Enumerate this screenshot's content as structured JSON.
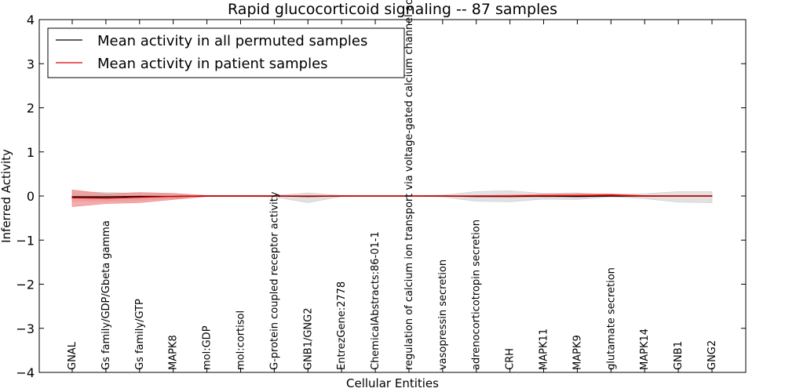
{
  "chart_data": {
    "type": "line",
    "title": "Rapid glucocorticoid signaling -- 87 samples",
    "xlabel": "Cellular Entities",
    "ylabel": "Inferred Activity",
    "ylim": [
      -4,
      4
    ],
    "yticks": [
      -4,
      -3,
      -2,
      -1,
      0,
      1,
      2,
      3,
      4
    ],
    "grid": false,
    "legend_position": "top-left",
    "categories": [
      "GNAL",
      "Gs family/GDP/Gbeta gamma",
      "Gs family/GTP",
      "MAPK8",
      "mol:GDP",
      "mol:cortisol",
      "G-protein coupled receptor activity",
      "GNB1/GNG2",
      "EntrezGene:2778",
      "ChemicalAbstracts:86-01-1",
      "regulation of calcium ion transport via voltage-gated calcium channel activity",
      "vasopressin secretion",
      "adrenocorticotropin secretion",
      "CRH",
      "MAPK11",
      "MAPK9",
      "glutamate secretion",
      "MAPK14",
      "GNB1",
      "GNG2"
    ],
    "series": [
      {
        "name": "Mean activity in all permuted samples",
        "color": "#000000",
        "values": [
          -0.02,
          -0.02,
          -0.01,
          -0.01,
          0.0,
          0.0,
          0.0,
          -0.01,
          0.0,
          0.0,
          0.0,
          0.0,
          -0.01,
          -0.01,
          0.0,
          -0.01,
          0.0,
          0.0,
          0.0,
          0.0
        ],
        "band_upper": [
          0.1,
          0.08,
          0.06,
          0.04,
          0.01,
          0.01,
          0.01,
          0.07,
          0.01,
          0.0,
          0.0,
          0.02,
          0.1,
          0.12,
          0.06,
          0.07,
          0.03,
          0.05,
          0.1,
          0.1
        ],
        "band_lower": [
          -0.12,
          -0.12,
          -0.1,
          -0.06,
          -0.01,
          -0.01,
          -0.02,
          -0.15,
          -0.01,
          0.0,
          0.0,
          -0.02,
          -0.12,
          -0.13,
          -0.07,
          -0.08,
          -0.02,
          -0.06,
          -0.14,
          -0.15
        ],
        "band_color": "#c8c8c8"
      },
      {
        "name": "Mean activity in patient samples",
        "color": "#e00000",
        "values": [
          -0.04,
          -0.05,
          -0.03,
          -0.01,
          0.0,
          0.0,
          0.0,
          0.0,
          0.0,
          0.0,
          0.0,
          0.0,
          0.0,
          0.0,
          0.01,
          0.01,
          0.02,
          0.0,
          0.0,
          0.0
        ],
        "band_upper": [
          0.14,
          0.05,
          0.08,
          0.06,
          0.01,
          0.0,
          0.0,
          0.0,
          0.0,
          0.0,
          0.0,
          0.0,
          0.01,
          0.02,
          0.04,
          0.05,
          0.05,
          0.01,
          0.0,
          0.0
        ],
        "band_lower": [
          -0.24,
          -0.17,
          -0.15,
          -0.08,
          -0.01,
          0.0,
          0.0,
          0.0,
          0.0,
          0.0,
          0.0,
          0.0,
          -0.01,
          -0.02,
          -0.02,
          -0.02,
          -0.01,
          -0.01,
          0.0,
          0.0
        ],
        "band_color": "#f08080"
      }
    ]
  }
}
